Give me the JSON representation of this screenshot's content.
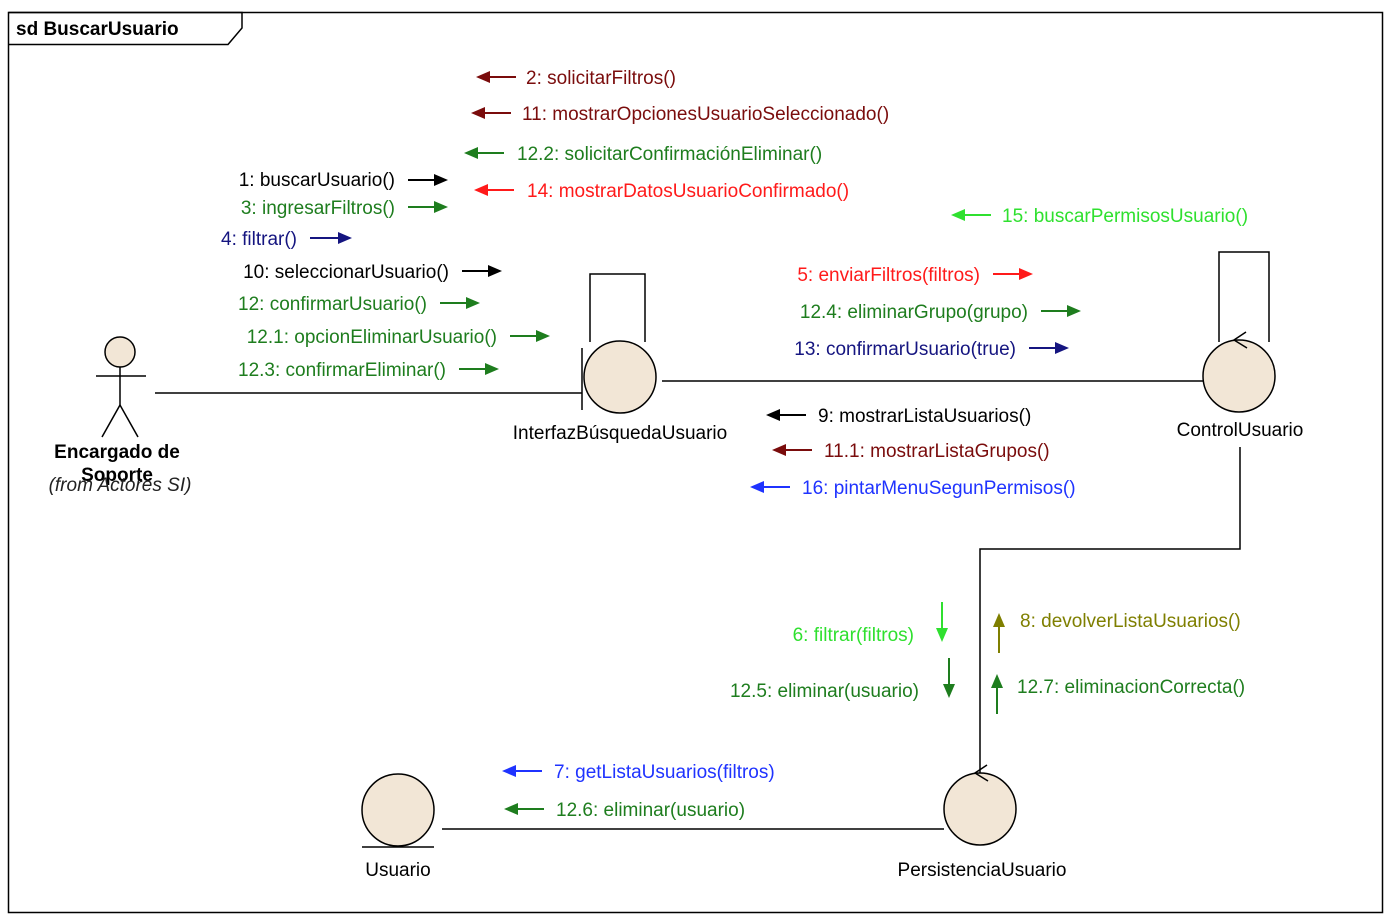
{
  "frame": {
    "title": "sd BuscarUsuario"
  },
  "colors": {
    "black": "#000000",
    "darkred": "#7a0c0c",
    "green": "#1e7d1e",
    "red": "#ff1a1a",
    "lightgreen": "#2fe02f",
    "navy": "#151580",
    "blue": "#1f33ff",
    "olive": "#7f7f00",
    "node_fill": "#f2e6d6"
  },
  "actor": {
    "name_line1": "Encargado de",
    "name_line2": "Soporte",
    "from": "(from Actores SI)"
  },
  "nodes": {
    "interfaz": "InterfazBúsquedaUsuario",
    "control": "ControlUsuario",
    "persistencia": "PersistenciaUsuario",
    "usuario": "Usuario"
  },
  "messages": {
    "m1": "1: buscarUsuario()",
    "m2": "2: solicitarFiltros()",
    "m3": "3: ingresarFiltros()",
    "m4": "4: filtrar()",
    "m5": "5: enviarFiltros(filtros)",
    "m6": "6: filtrar(filtros)",
    "m7": "7: getListaUsuarios(filtros)",
    "m8": "8: devolverListaUsuarios()",
    "m9": "9: mostrarListaUsuarios()",
    "m10": "10: seleccionarUsuario()",
    "m11": "11: mostrarOpcionesUsuarioSeleccionado()",
    "m11_1": "11.1: mostrarListaGrupos()",
    "m12": "12: confirmarUsuario()",
    "m12_1": "12.1: opcionEliminarUsuario()",
    "m12_2": "12.2: solicitarConfirmaciónEliminar()",
    "m12_3": "12.3: confirmarEliminar()",
    "m12_4": "12.4: eliminarGrupo(grupo)",
    "m12_5": "12.5: eliminar(usuario)",
    "m12_6": "12.6: eliminar(usuario)",
    "m12_7": "12.7: eliminacionCorrecta()",
    "m13": "13: confirmarUsuario(true)",
    "m14": "14: mostrarDatosUsuarioConfirmado()",
    "m15": "15: buscarPermisosUsuario()",
    "m16": "16: pintarMenuSegunPermisos()"
  }
}
